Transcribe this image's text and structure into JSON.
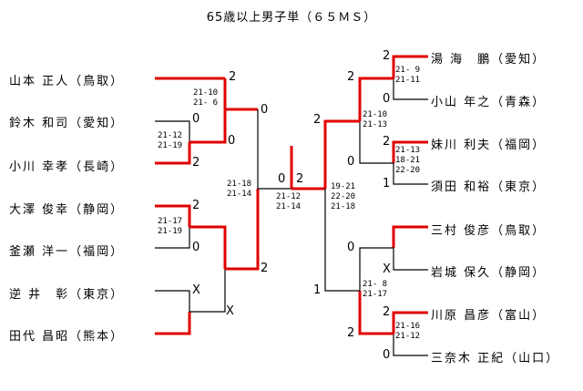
{
  "title": "65歳以上男子単（６５ＭＳ）",
  "colors": {
    "win": "#e00000",
    "line": "#000000"
  },
  "left_players": [
    "山本 正人（鳥取）",
    "鈴木 和司（愛知）",
    "小川 幸孝（長崎）",
    "大澤 俊幸（静岡）",
    "釜瀬 洋一（福岡）",
    "逆 井　彰（東京）",
    "田代 昌昭（熊本）"
  ],
  "right_players": [
    "湯 海　鵬（愛知）",
    "小山 年之（青森）",
    "妹川 利夫（福岡）",
    "須田 和裕（東京）",
    "三村 俊彦（鳥取）",
    "岩城 保久（静岡）",
    "川原 昌彦（富山）",
    "三奈木 正紀（山口）"
  ],
  "left_match_results": {
    "r1_top_player": "2",
    "r1_top_bye": "0",
    "r1b_top": "0",
    "r1b_bottom": "2",
    "r1c_top": "2",
    "r1c_bottom": "0",
    "r1d_top": "X",
    "r1d_bottom": "X",
    "sf_top": "0",
    "sf_bottom": "2"
  },
  "left_scores": {
    "r1a_bye": "21-10\n21- 6",
    "r1b": "21-12\n21-19",
    "r1c": "21-17\n21-19",
    "sf": "21-18\n21-14"
  },
  "right_match_results": {
    "r1a_top": "2",
    "r1a_bottom": "0",
    "r1b_top": "2",
    "r1b_bottom": "1",
    "r1c_top": "0",
    "r1c_bottom": "X",
    "r1d_top": "2",
    "r1d_bottom": "0",
    "qf_top": "2",
    "qf_bottom": "0",
    "qf2_top": "0",
    "qf2_bottom": "2",
    "sf_top": "2",
    "sf_bottom": "1"
  },
  "right_scores": {
    "r1a": "21- 9\n21-11",
    "r1b": "21-13\n18-21\n22-20",
    "r1d": "21-16\n21-12",
    "qf": "21-10\n21-13",
    "qf2": "21- 8\n21-17",
    "sf": "19-21\n22-20\n21-18"
  },
  "final": {
    "left_result": "0",
    "right_result": "2",
    "score": "21-12\n21-14"
  }
}
